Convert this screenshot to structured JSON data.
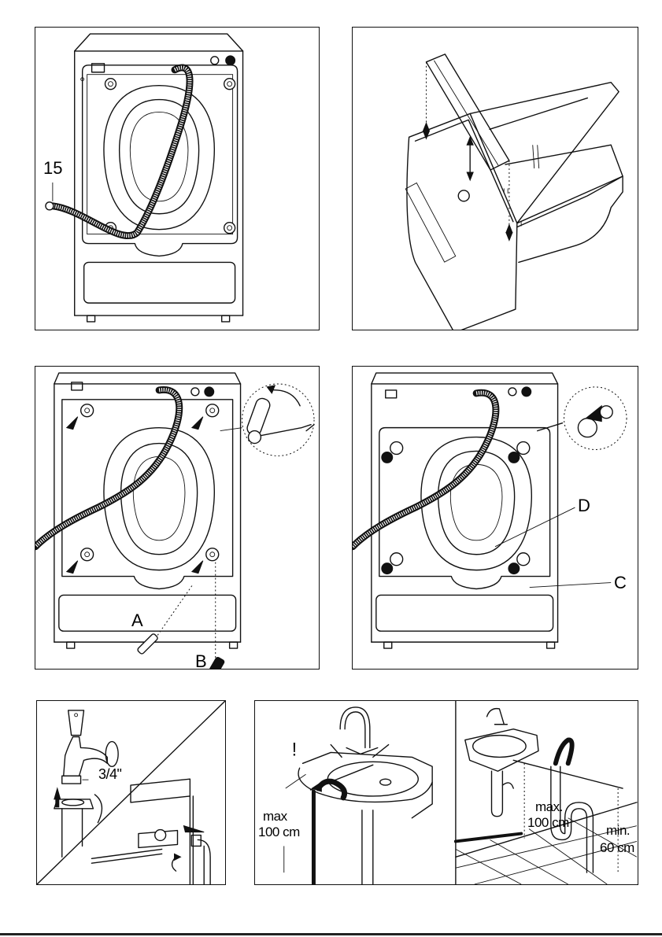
{
  "page": {
    "type": "washing machine installation manual illustration page",
    "figures": [
      {
        "id": "fig-rear-hose",
        "description": "Rear view of washing machine with drain hose",
        "labels": {
          "part_number": "15"
        }
      },
      {
        "id": "fig-dispenser-drawer",
        "description": "Detergent dispenser drawer with removable insert (arrows show lift-out)",
        "labels": {}
      },
      {
        "id": "fig-remove-transit-bolts",
        "description": "Rear view: unscrew transit bolts with spanner",
        "labels": {
          "bolt": "A",
          "spacer": "B"
        }
      },
      {
        "id": "fig-insert-caps",
        "description": "Rear view: insert plastic caps into bolt holes",
        "labels": {
          "hole_cover": "D",
          "cap": "C"
        }
      },
      {
        "id": "fig-water-inlet",
        "description": "Connect inlet hose to tap and machine",
        "labels": {
          "thread_size": "3/4\""
        }
      },
      {
        "id": "fig-drain-hose",
        "description": "Drain hose positioning over sink or standpipe",
        "labels": {
          "warning": "!",
          "sink_max_label": "max",
          "sink_max_value": "100 cm",
          "pipe_max_label": "max.",
          "pipe_max_value": "100 cm",
          "pipe_min_label": "min.",
          "pipe_min_value": "60 cm"
        }
      }
    ]
  }
}
